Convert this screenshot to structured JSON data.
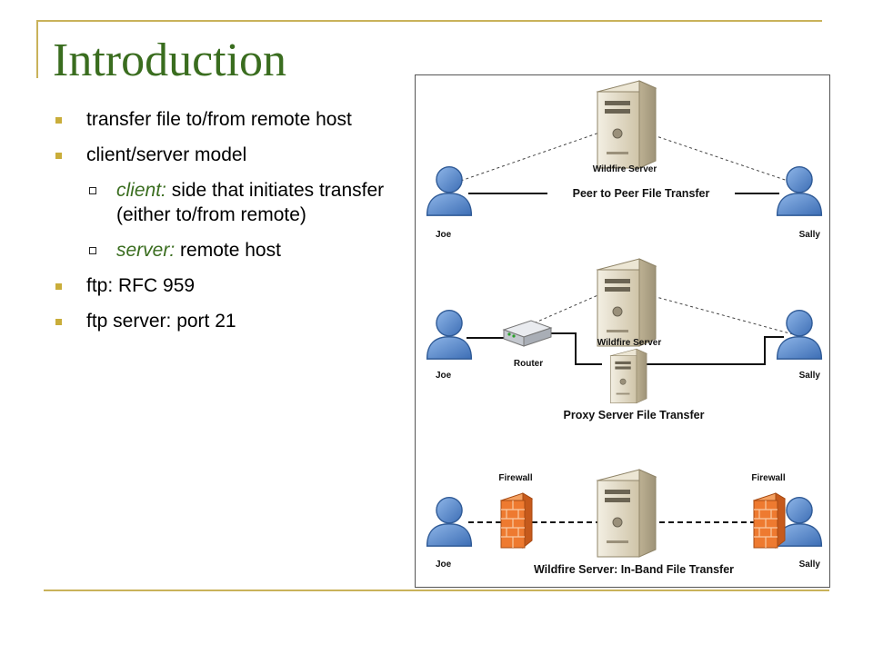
{
  "slide": {
    "title": "Introduction",
    "bullets": [
      {
        "text": "transfer file to/from remote host"
      },
      {
        "text": "client/server model",
        "sub": [
          {
            "term": "client:",
            "text": " side that initiates transfer (either to/from remote)"
          },
          {
            "term": "server:",
            "text": " remote host"
          }
        ]
      },
      {
        "text": "ftp: RFC 959"
      },
      {
        "text": "ftp server: port 21"
      }
    ]
  },
  "figure": {
    "panel1": {
      "server": "Wildfire Server",
      "caption": "Peer to Peer File Transfer",
      "left_user": "Joe",
      "right_user": "Sally"
    },
    "panel2": {
      "server": "Wildfire Server",
      "router": "Router",
      "caption": "Proxy Server File Transfer",
      "left_user": "Joe",
      "right_user": "Sally"
    },
    "panel3": {
      "firewall_left": "Firewall",
      "firewall_right": "Firewall",
      "caption": "Wildfire Server: In-Band File Transfer",
      "left_user": "Joe",
      "right_user": "Sally"
    }
  },
  "colors": {
    "title": "#3a6d1f",
    "accent_rule": "#c9b25a",
    "bullet": "#c9ad3a",
    "user": "#4f7fc1",
    "server": "#d8cdb0",
    "firewall": "#e8742a"
  }
}
